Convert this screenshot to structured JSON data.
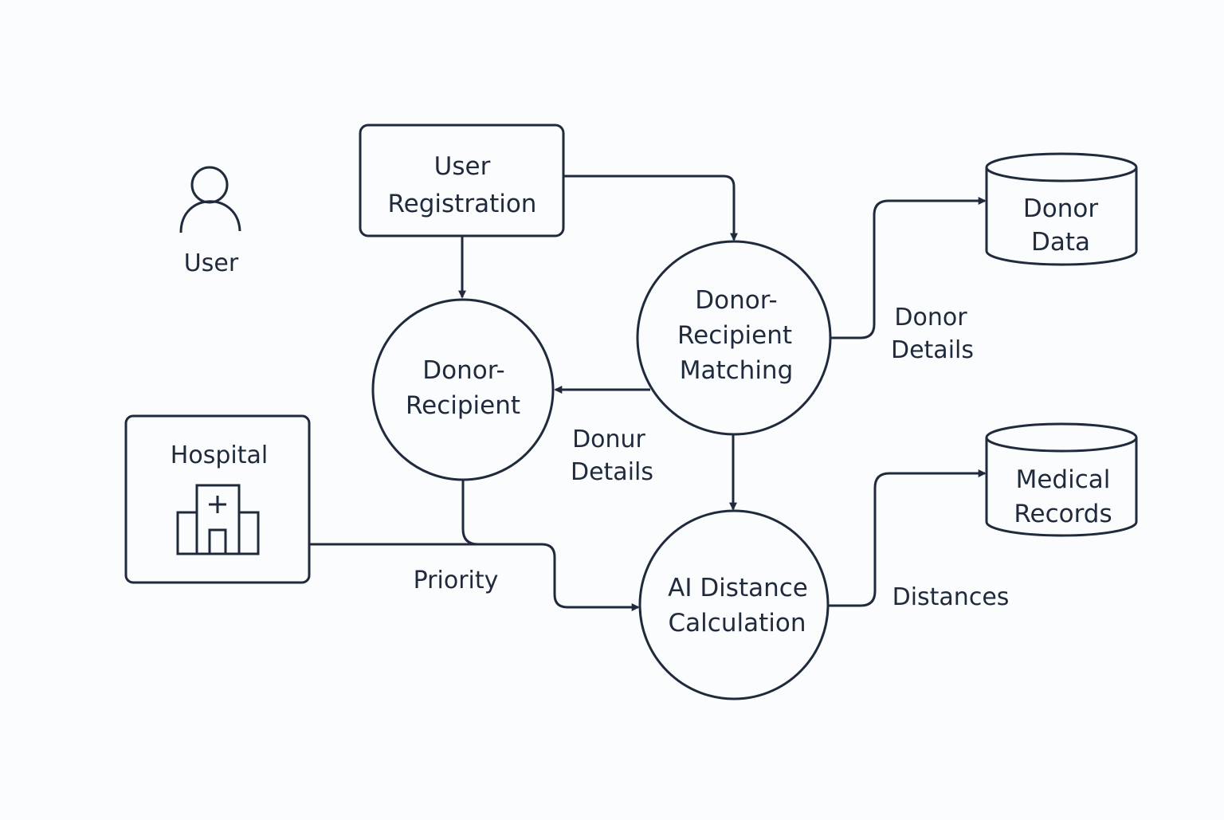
{
  "colors": {
    "background": "#fbfcfd",
    "stroke": "#1f2a3c"
  },
  "entities": {
    "user": {
      "label": "User",
      "icon": "user-icon"
    },
    "hospital": {
      "label": "Hospital",
      "icon": "hospital-building-icon"
    }
  },
  "processes": {
    "user_registration": {
      "line1": "User",
      "line2": "Registration"
    },
    "donor_recipient": {
      "line1": "Donor-",
      "line2": "Recipient"
    },
    "matching": {
      "line1": "Donor-",
      "line2": "Recipient",
      "line3": "Matching"
    },
    "ai_distance": {
      "line1": "AI Distance",
      "line2": "Calculation"
    }
  },
  "data_stores": {
    "donor_data": {
      "line1": "Donor",
      "line2": "Data"
    },
    "medical_records": {
      "line1": "Medical",
      "line2": "Records"
    }
  },
  "flows": {
    "donur_details": {
      "line1": "Donur",
      "line2": "Details"
    },
    "donor_details": {
      "line1": "Donor",
      "line2": "Details"
    },
    "priority": {
      "label": "Priority"
    },
    "distances": {
      "label": "Distances"
    }
  }
}
